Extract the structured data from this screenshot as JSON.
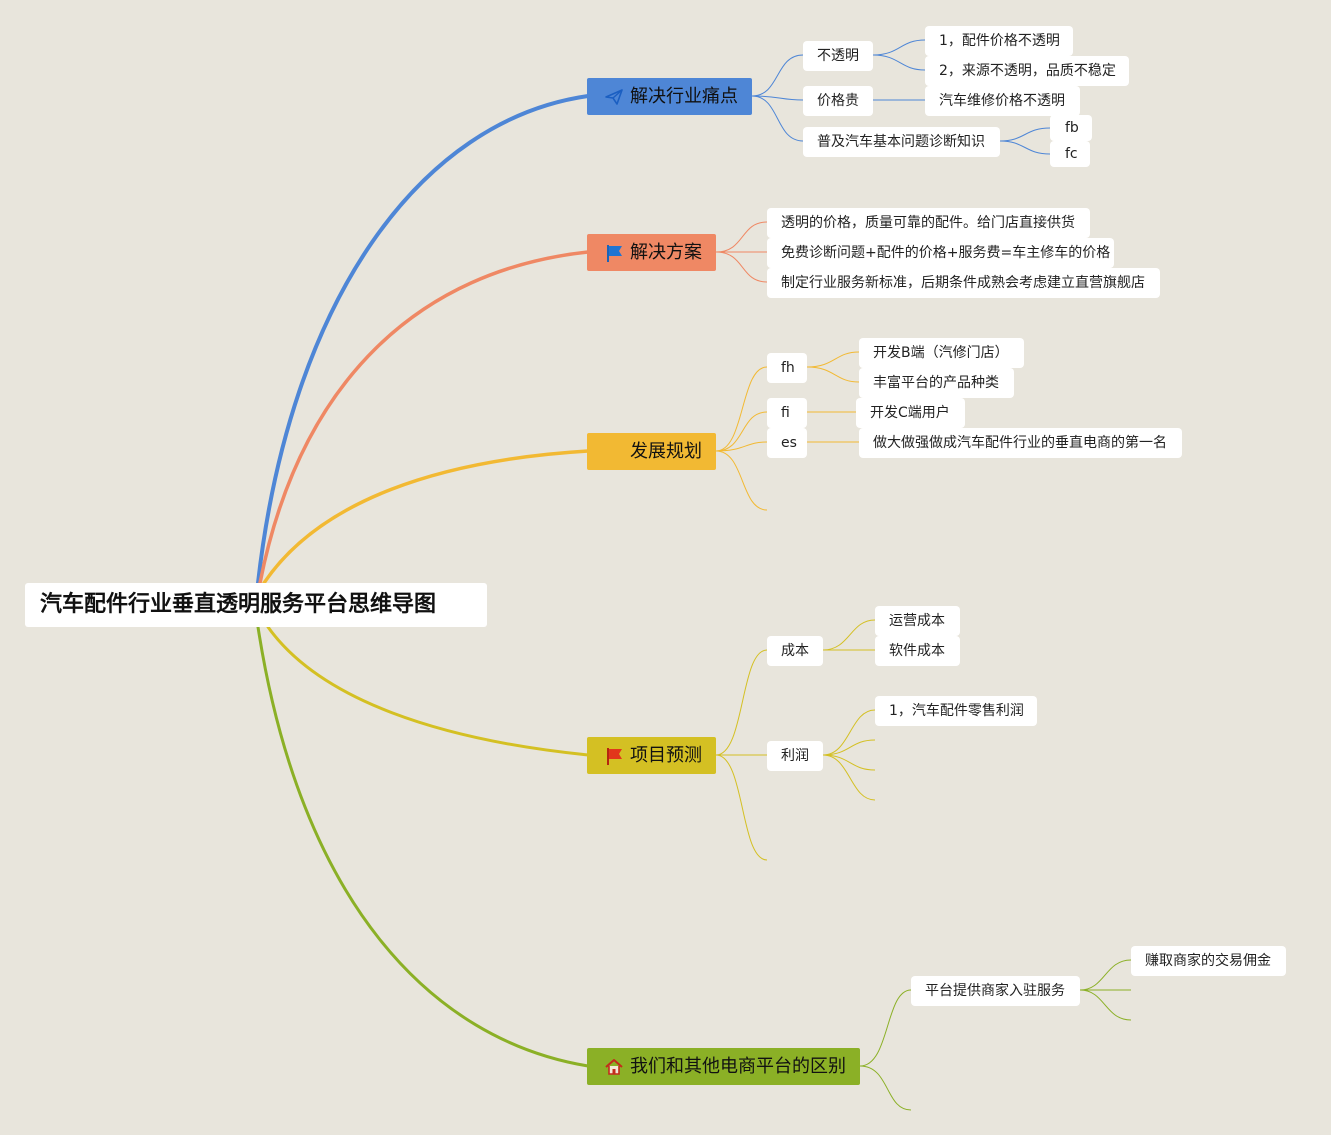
{
  "root": {
    "title": "汽车配件行业垂直透明服务平台思维导图"
  },
  "branches": [
    {
      "label": "解决行业痛点",
      "color": "#4e86d6",
      "icon": "paper-plane-icon",
      "children": [
        {
          "label": "不透明",
          "children": [
            "1，配件价格不透明",
            "2，来源不透明，品质不稳定"
          ]
        },
        {
          "label": "价格贵",
          "children": [
            "汽车维修价格不透明"
          ]
        },
        {
          "label": "普及汽车基本问题诊断知识",
          "children": [
            "fb",
            "fc"
          ]
        }
      ]
    },
    {
      "label": "解决方案",
      "color": "#ef8864",
      "icon": "flag-blue-icon",
      "children": [
        "透明的价格，质量可靠的配件。给门店直接供货",
        "免费诊断问题+配件的价格+服务费=车主修车的价格",
        "制定行业服务新标准，后期条件成熟会考虑建立直营旗舰店"
      ]
    },
    {
      "label": "发展规划",
      "color": "#f2b933",
      "icon": "none",
      "children": [
        {
          "label": "fh",
          "children": [
            "开发B端（汽修门店）",
            "丰富平台的产品种类"
          ]
        },
        {
          "label": "fi",
          "children": [
            "开发C端用户"
          ]
        },
        {
          "label": "es",
          "children": [
            "做大做强做成汽车配件行业的垂直电商的第一名"
          ]
        }
      ]
    },
    {
      "label": "项目预测",
      "color": "#d4c023",
      "icon": "flag-red-icon",
      "children": [
        {
          "label": "成本",
          "children": [
            "运营成本",
            "软件成本"
          ]
        },
        {
          "label": "利润",
          "children": [
            "1，汽车配件零售利润"
          ]
        }
      ]
    },
    {
      "label": "我们和其他电商平台的区别",
      "color": "#8bb026",
      "icon": "home-icon",
      "children": [
        {
          "label": "平台提供商家入驻服务",
          "children": [
            "赚取商家的交易佣金"
          ]
        }
      ]
    }
  ]
}
